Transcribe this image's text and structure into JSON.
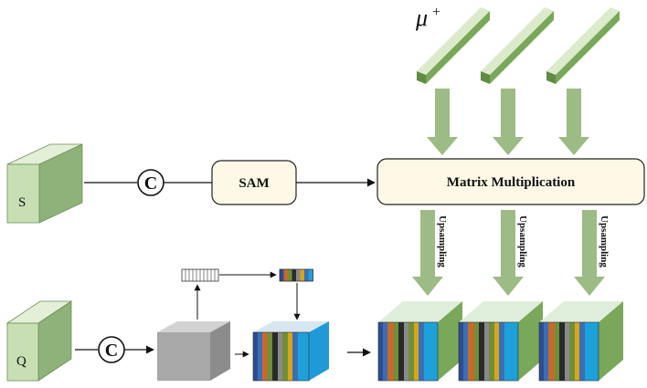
{
  "prototype_symbol": "μ",
  "prototype_superscript": "+",
  "support_label": "S",
  "query_label": "Q",
  "concat_symbol": "C",
  "sam_label": "SAM",
  "matrix_label": "Matrix Multiplication",
  "upsampling_labels": [
    "Upsampling",
    "Upsampling",
    "Upsampling"
  ],
  "colors": {
    "cube_green_front": "#c8dfb4",
    "cube_green_top": "#e4efd8",
    "cube_green_side": "#8fb27a",
    "bar_green": "#79a85b",
    "arrow_green": "#9dbb85",
    "box_fill": "#fdf9e6",
    "gray_cube": "#a8a8a8",
    "stripes": [
      "#2e4d8f",
      "#c56a2c",
      "#6f8f3a",
      "#2a2a2a",
      "#8a8a8a",
      "#d9a51b",
      "#3a6fb5",
      "#1ea0d8"
    ]
  }
}
